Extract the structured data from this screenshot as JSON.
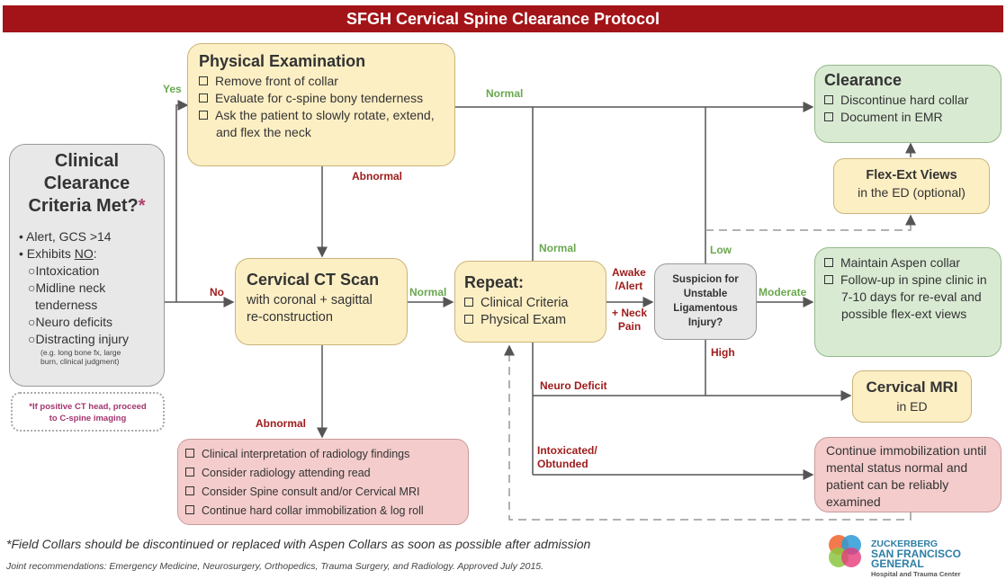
{
  "banner": "SFGH Cervical Spine Clearance Protocol",
  "clinical": {
    "title_line1": "Clinical",
    "title_line2": "Clearance",
    "title_line3": "Criteria Met?",
    "asterisk": "*",
    "bullet1": "Alert, GCS >14",
    "bullet2_prefix": "Exhibits ",
    "bullet2_no": "NO",
    "bullet2_suffix": ":",
    "sub1": "Intoxication",
    "sub2a": "Midline neck",
    "sub2b": "tenderness",
    "sub3": "Neuro deficits",
    "sub4": "Distracting injury",
    "note_line1": "(e.g. long bone fx, large",
    "note_line2": "burn, clinical judgment)"
  },
  "ct_head_note_line1": "*If positive CT head, proceed",
  "ct_head_note_line2": "to C-spine imaging",
  "physical_exam": {
    "title": "Physical Examination",
    "items": [
      "Remove front of collar",
      "Evaluate for c-spine bony tenderness",
      "Ask the patient to slowly rotate, extend, and flex the neck"
    ]
  },
  "ct_scan": {
    "title": "Cervical CT Scan",
    "line1": "with coronal + sagittal",
    "line2": "re-construction"
  },
  "repeat": {
    "title": "Repeat:",
    "items": [
      "Clinical Criteria",
      "Physical Exam"
    ]
  },
  "suspicion": {
    "line1": "Suspicion for",
    "line2": "Unstable",
    "line3": "Ligamentous",
    "line4": "Injury?"
  },
  "clearance": {
    "title": "Clearance",
    "items": [
      "Discontinue hard collar",
      "Document in EMR"
    ]
  },
  "flex_ext": {
    "title": "Flex-Ext Views",
    "subtitle": "in the ED (optional)"
  },
  "maintain": {
    "items": [
      "Maintain Aspen collar",
      "Follow-up in spine clinic in 7-10 days for re-eval and possible flex-ext views"
    ]
  },
  "mri": {
    "title": "Cervical MRI",
    "subtitle": "in ED"
  },
  "immobilization": {
    "text": "Continue immobilization until mental status normal and patient can be reliably examined"
  },
  "abnormal_ct": {
    "items": [
      "Clinical interpretation of radiology findings",
      "Consider radiology attending read",
      "Consider Spine consult and/or Cervical MRI",
      "Continue hard collar immobilization & log roll"
    ]
  },
  "labels": {
    "yes": "Yes",
    "no": "No",
    "normal_top": "Normal",
    "abnormal_exam": "Abnormal",
    "normal_ct": "Normal",
    "normal_repeat": "Normal",
    "abnormal_ct": "Abnormal",
    "awake_alert_1": "Awake",
    "awake_alert_2": "/Alert",
    "neck_pain_1": "+ Neck",
    "neck_pain_2": "Pain",
    "low": "Low",
    "moderate": "Moderate",
    "high": "High",
    "neuro_deficit": "Neuro Deficit",
    "intoxicated_1": "Intoxicated/",
    "intoxicated_2": "Obtunded"
  },
  "footer": {
    "note": "*Field Collars should be discontinued or replaced with Aspen Collars as soon as possible after admission",
    "joint": "Joint recommendations: Emergency Medicine, Neurosurgery, Orthopedics, Trauma Surgery, and Radiology. Approved July 2015."
  },
  "logo": {
    "line1": "ZUCKERBERG",
    "line2": "SAN FRANCISCO GENERAL",
    "line3": "Hospital and Trauma Center"
  },
  "colors": {
    "banner": "#a31418",
    "yellow_box": "#fdefc4",
    "green_box": "#d9ead3",
    "pink_box": "#f4cccc",
    "gray_box": "#e8e8e8",
    "green_label": "#6aa84f",
    "red_label": "#9e1b1b"
  }
}
